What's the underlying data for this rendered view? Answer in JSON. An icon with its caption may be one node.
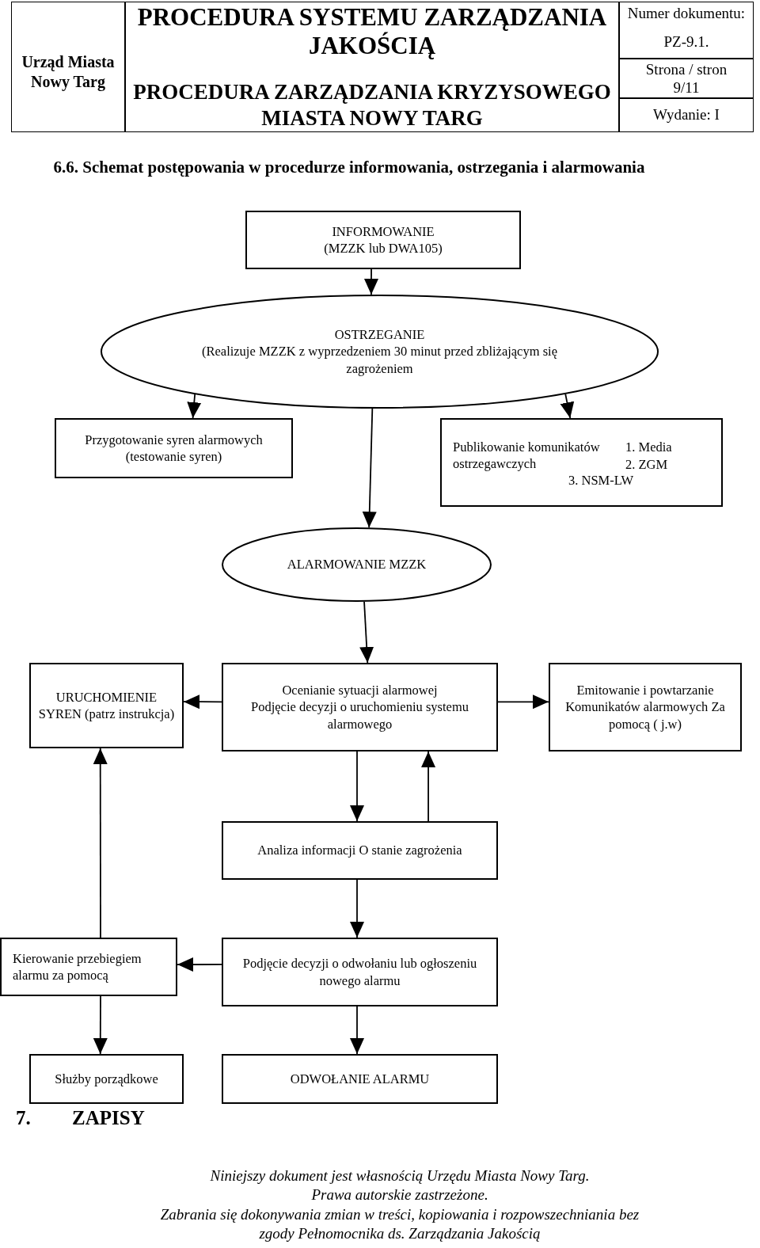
{
  "diagram": {
    "title": "6.6. Schemat postępowania w procedurze informowania, ostrzegania i alarmowania",
    "nodes": [
      {
        "text": [
          "INFORMOWANIE",
          "(MZZK lub DWA105)"
        ]
      },
      {
        "text": [
          "OSTRZEGANIE",
          "(Realizuje MZZK z wyprzedzeniem 30 minut przed zbliżającym się zagrożeniem"
        ]
      },
      {
        "text": [
          "Przygotowanie syren alarmowych (testowanie syren)"
        ]
      },
      {
        "text": [
          "Publikowanie komunikatów ostrzegawczych",
          "1. Media",
          "2. ZGM",
          "3. NSM-LW"
        ]
      },
      {
        "text": [
          "ALARMOWANIE MZZK"
        ]
      },
      {
        "text": [
          "URUCHOMIENIE SYREN (patrz instrukcja)"
        ]
      },
      {
        "text": [
          "Ocenianie sytuacji alarmowej",
          "Podjęcie decyzji o uruchomieniu systemu alarmowego"
        ]
      },
      {
        "text": [
          "Emitowanie i powtarzanie Komunikatów alarmowych Za pomocą ( j.w)"
        ]
      },
      {
        "text": [
          "Analiza informacji O stanie zagrożenia"
        ]
      },
      {
        "text": [
          "Kierowanie przebiegiem alarmu za pomocą"
        ]
      },
      {
        "text": [
          "Podjęcie decyzji o odwołaniu lub ogłoszeniu nowego alarmu"
        ]
      },
      {
        "text": [
          "Służby porządkowe"
        ]
      },
      {
        "text": [
          "ODWOŁANIE ALARMU"
        ]
      }
    ],
    "edges": [
      {
        "from": 0,
        "to": 1,
        "arrow": "to"
      },
      {
        "from": 1,
        "to": 2,
        "arrow": "to"
      },
      {
        "from": 1,
        "to": 3,
        "arrow": "to"
      },
      {
        "from": 1,
        "to": 4,
        "arrow": "to"
      },
      {
        "from": 4,
        "to": 6,
        "arrow": "to"
      },
      {
        "from": 6,
        "to": 5,
        "arrow": "to"
      },
      {
        "from": 6,
        "to": 7,
        "arrow": "to"
      },
      {
        "from": 6,
        "to": 8,
        "arrow": "to"
      },
      {
        "from": 8,
        "to": 6,
        "arrow": "to"
      },
      {
        "from": 8,
        "to": 10,
        "arrow": "to"
      },
      {
        "from": 10,
        "to": 9,
        "arrow": "to"
      },
      {
        "from": 9,
        "to": 5,
        "arrow": "to"
      },
      {
        "from": 9,
        "to": 11,
        "arrow": "to"
      },
      {
        "from": 10,
        "to": 12,
        "arrow": "to"
      }
    ],
    "labels": [
      "Urząd Miasta Nowy Targ",
      "PROCEDURA SYSTEMU ZARZĄDZANIA JAKOŚCIĄ",
      "PROCEDURA ZARZĄDZANIA KRYZYSOWEGO MIASTA NOWY TARG",
      "Numer dokumentu:",
      "PZ-9.1.",
      "Strona / stron",
      "9/11",
      "Wydanie: I",
      "7.",
      "ZAPISY",
      "Niniejszy dokument jest własnością Urzędu Miasta Nowy Targ.",
      "Prawa autorskie zastrzeżone.",
      "Zabrania się dokonywania zmian w treści, kopiowania i rozpowszechniania bez zgody Pełnomocnika ds. Zarządzania Jakością"
    ]
  }
}
